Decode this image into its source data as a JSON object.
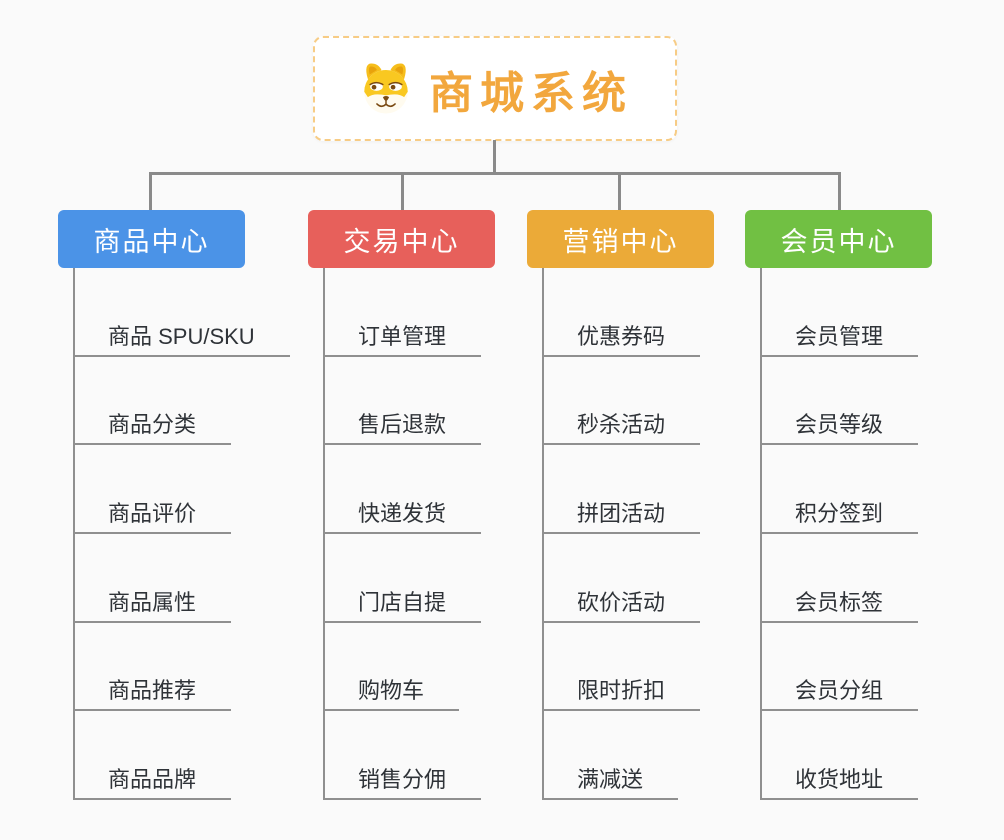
{
  "root": {
    "title": "商城系统",
    "icon": "dog-face-icon",
    "border_color": "#F7CC85",
    "title_color": "#F2A73D"
  },
  "connector_color": "#8A8A8A",
  "branches": [
    {
      "label": "商品中心",
      "color": "#4B93E7",
      "children": [
        "商品 SPU/SKU",
        "商品分类",
        "商品评价",
        "商品属性",
        "商品推荐",
        "商品品牌"
      ]
    },
    {
      "label": "交易中心",
      "color": "#E7605B",
      "children": [
        "订单管理",
        "售后退款",
        "快递发货",
        "门店自提",
        "购物车",
        "销售分佣"
      ]
    },
    {
      "label": "营销中心",
      "color": "#EBAA38",
      "children": [
        "优惠券码",
        "秒杀活动",
        "拼团活动",
        "砍价活动",
        "限时折扣",
        "满减送"
      ]
    },
    {
      "label": "会员中心",
      "color": "#71C043",
      "children": [
        "会员管理",
        "会员等级",
        "积分签到",
        "会员标签",
        "会员分组",
        "收货地址"
      ]
    }
  ]
}
